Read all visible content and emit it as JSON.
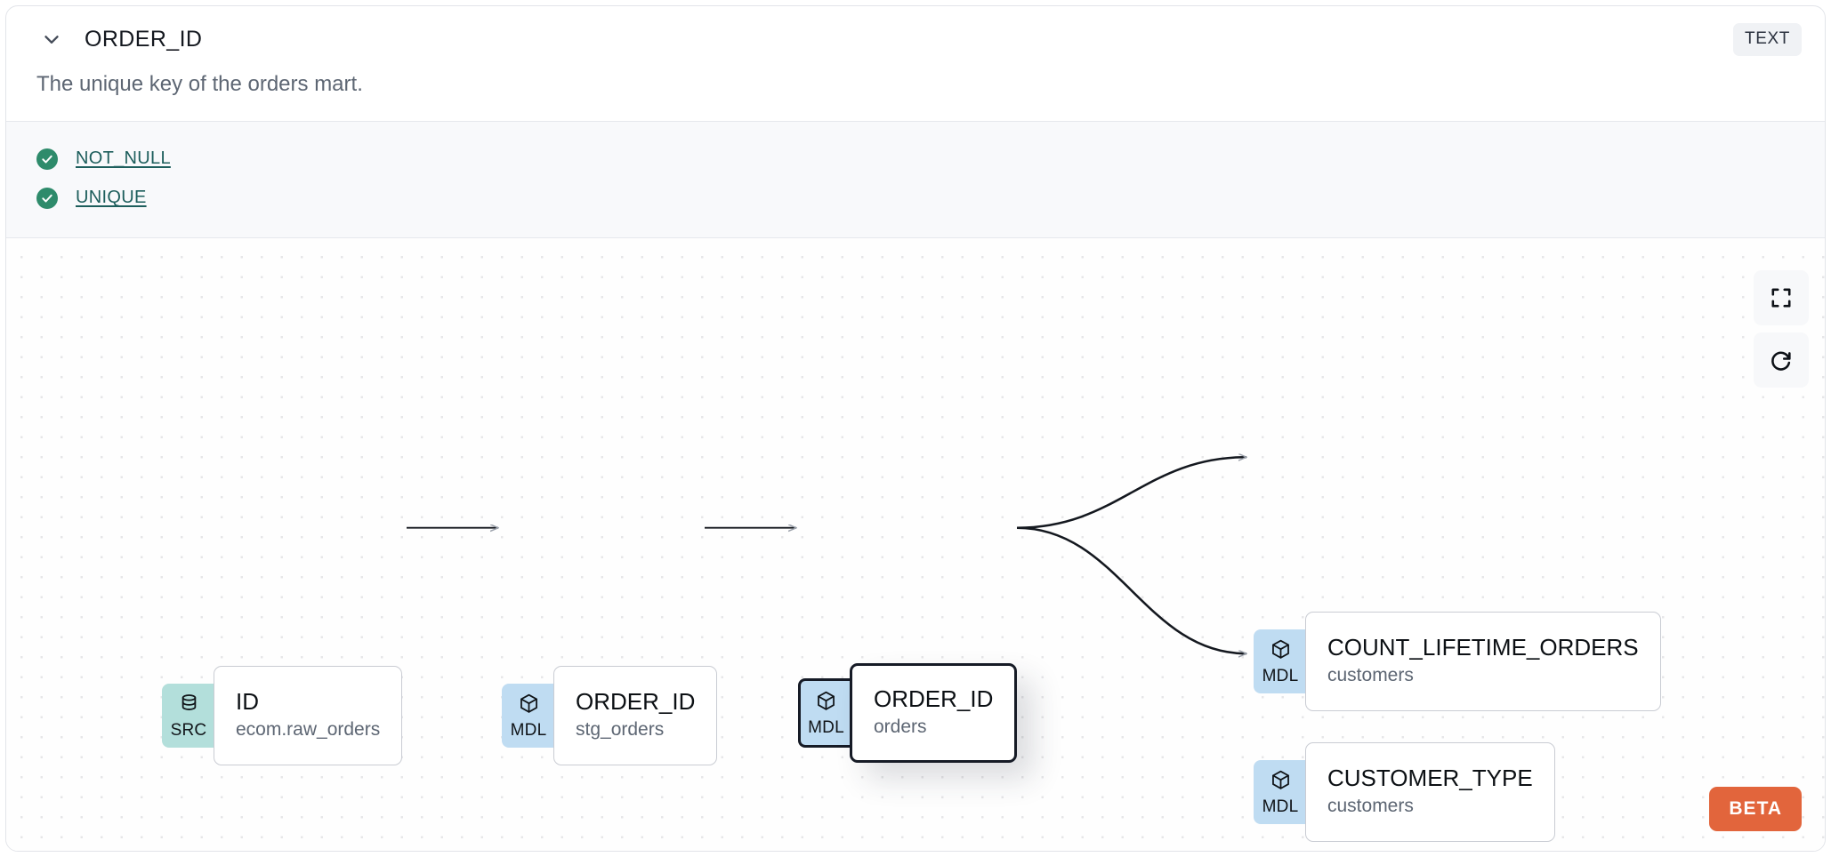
{
  "header": {
    "collapse_icon": "chevron-down-icon",
    "column_name": "ORDER_ID",
    "data_type_badge": "TEXT"
  },
  "description": "The unique key of the orders mart.",
  "tests": {
    "items": [
      {
        "status_icon": "check-circle-icon",
        "label": "NOT_NULL",
        "status": "passed"
      },
      {
        "status_icon": "check-circle-icon",
        "label": "UNIQUE",
        "status": "passed"
      }
    ]
  },
  "lineage": {
    "nodes": [
      {
        "id": "src-id",
        "badge": "SRC",
        "badge_icon": "database-icon",
        "name": "ID",
        "parent": "ecom.raw_orders",
        "selected": false
      },
      {
        "id": "stg-order-id",
        "badge": "MDL",
        "badge_icon": "cube-icon",
        "name": "ORDER_ID",
        "parent": "stg_orders",
        "selected": false
      },
      {
        "id": "orders-order-id",
        "badge": "MDL",
        "badge_icon": "cube-icon",
        "name": "ORDER_ID",
        "parent": "orders",
        "selected": true
      },
      {
        "id": "count-lifetime",
        "badge": "MDL",
        "badge_icon": "cube-icon",
        "name": "COUNT_LIFETIME_ORDERS",
        "parent": "customers",
        "selected": false
      },
      {
        "id": "customer-type",
        "badge": "MDL",
        "badge_icon": "cube-icon",
        "name": "CUSTOMER_TYPE",
        "parent": "customers",
        "selected": false
      }
    ],
    "edges": [
      {
        "from": "src-id",
        "to": "stg-order-id",
        "style": "straight"
      },
      {
        "from": "stg-order-id",
        "to": "orders-order-id",
        "style": "straight"
      },
      {
        "from": "orders-order-id",
        "to": "count-lifetime",
        "style": "bezier"
      },
      {
        "from": "orders-order-id",
        "to": "customer-type",
        "style": "bezier"
      }
    ],
    "controls": [
      {
        "id": "fit-view",
        "icon": "fit-view-icon",
        "label": "Fit view"
      },
      {
        "id": "reset-view",
        "icon": "refresh-icon",
        "label": "Reset"
      }
    ],
    "beta_badge": "BETA"
  },
  "colors": {
    "src_badge": "#b3dfdb",
    "mdl_badge": "#bfdcf2",
    "test_pass": "#2e8b6b",
    "test_link": "#1d5e5c",
    "beta": "#e2653c",
    "type_badge_bg": "#f0f2f5",
    "selected_border": "#161b26"
  }
}
